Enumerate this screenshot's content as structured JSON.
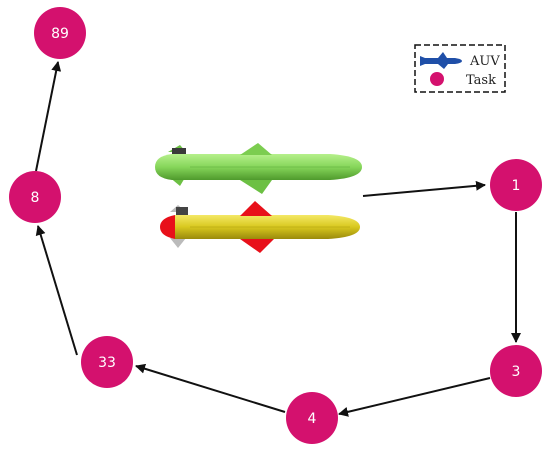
{
  "legend": {
    "auv_label": "AUV",
    "task_label": "Task"
  },
  "colors": {
    "task_node": "#d4116e",
    "arrow": "#111111",
    "auv_green_body": "#86d65a",
    "auv_yellow_body": "#d8c81e",
    "auv_red_fin": "#e8101a",
    "legend_auv": "#1f4fa8"
  },
  "tasks": [
    {
      "id": "task-1",
      "label": "1"
    },
    {
      "id": "task-3",
      "label": "3"
    },
    {
      "id": "task-4",
      "label": "4"
    },
    {
      "id": "task-33",
      "label": "33"
    },
    {
      "id": "task-8",
      "label": "8"
    },
    {
      "id": "task-89",
      "label": "89"
    }
  ],
  "route": [
    "1",
    "3",
    "4",
    "33",
    "8",
    "89"
  ],
  "auvs": [
    {
      "id": "auv-green",
      "color_key": "auv_green_body"
    },
    {
      "id": "auv-yellow",
      "color_key": "auv_yellow_body"
    }
  ]
}
